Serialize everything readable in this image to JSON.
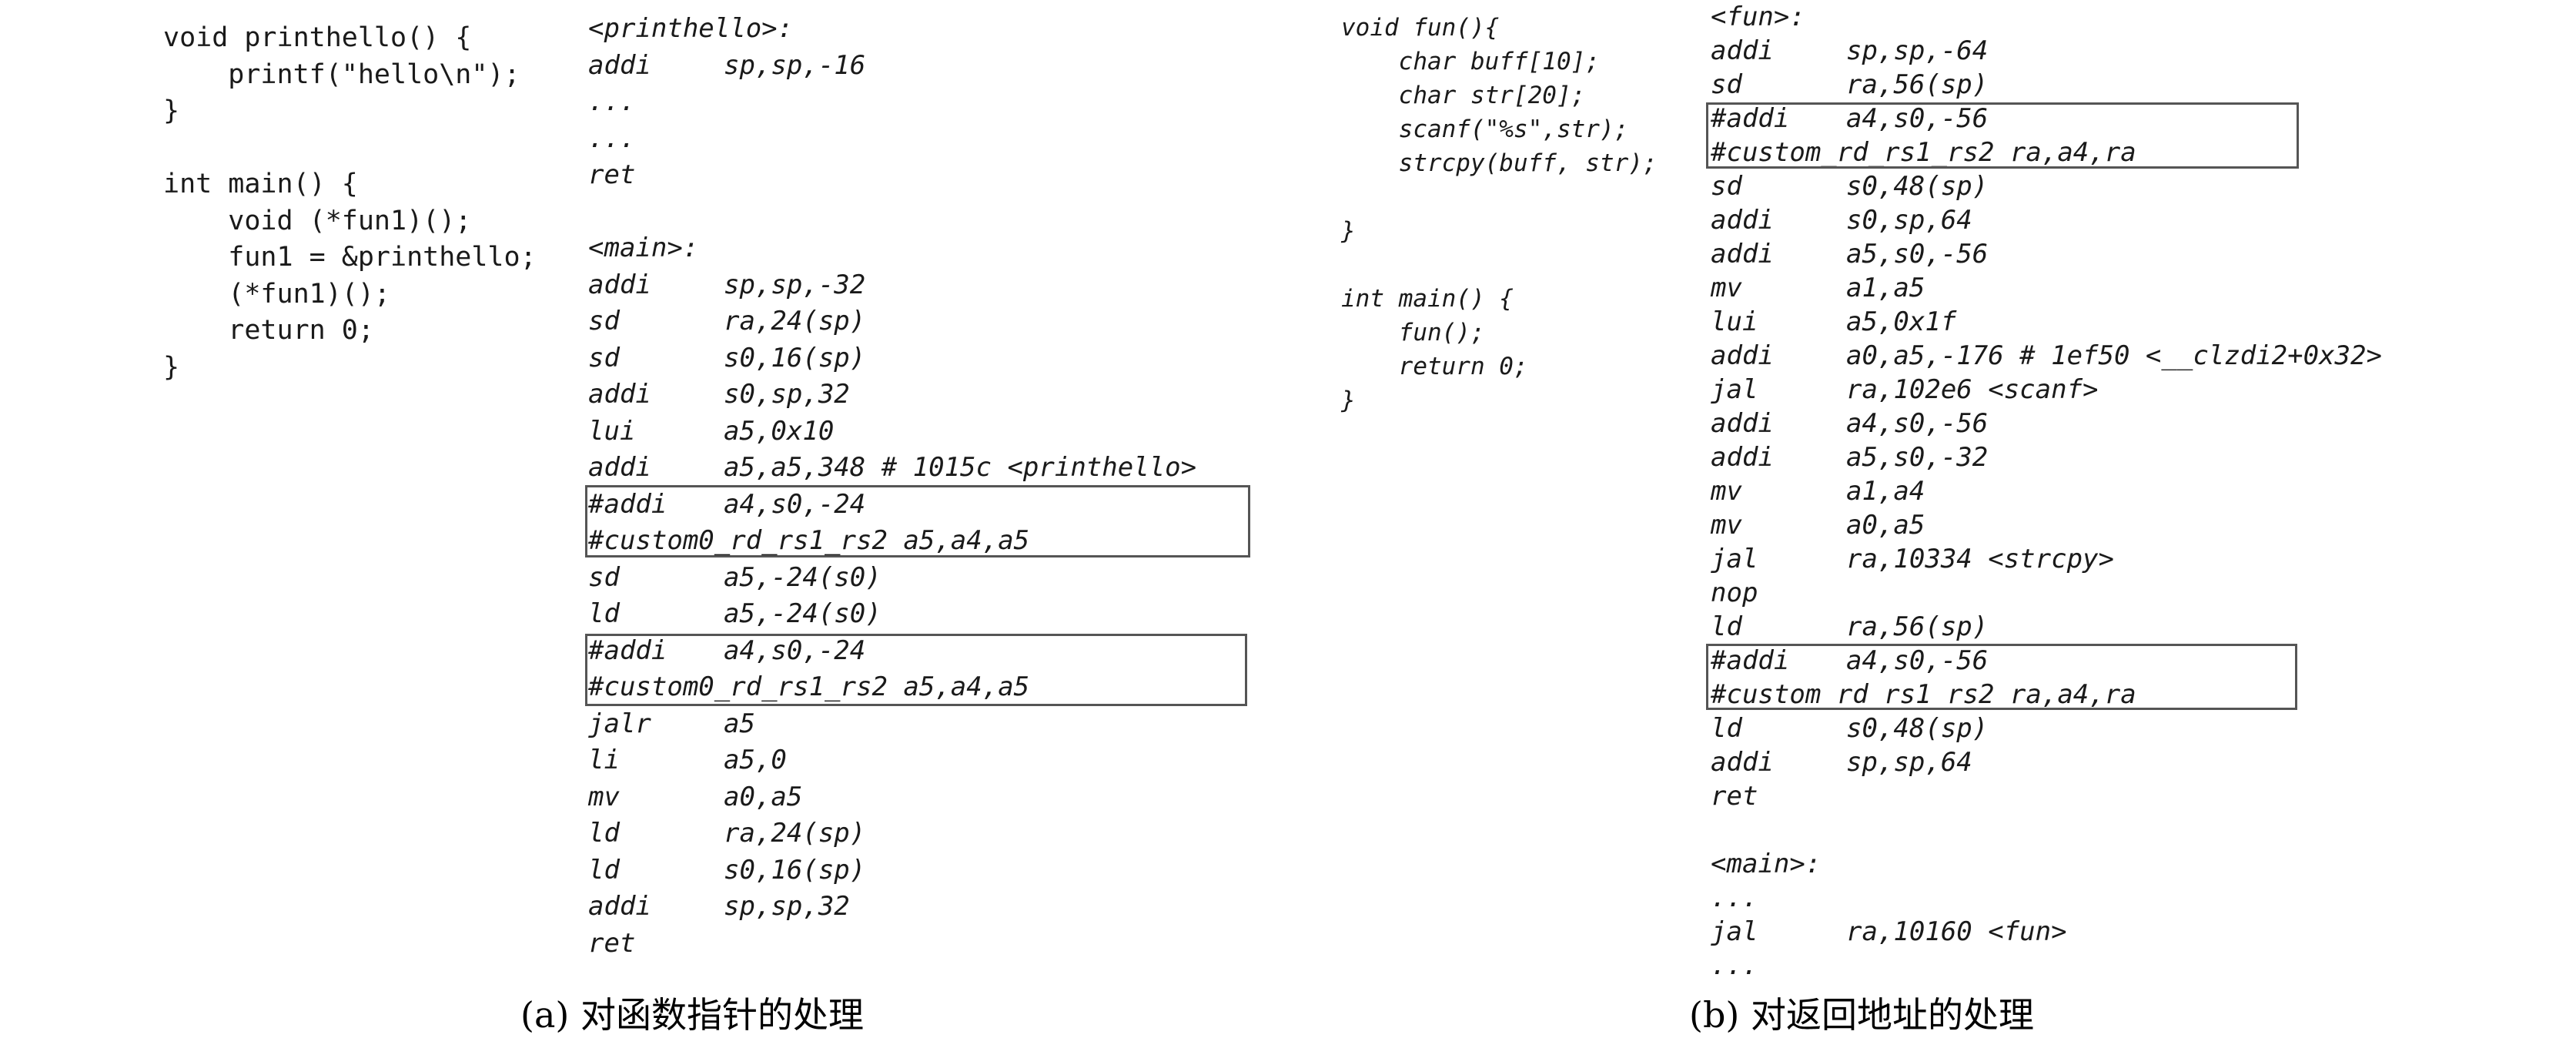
{
  "panel_a": {
    "source": [
      "void printhello() {",
      "    printf(\"hello\\n\");",
      "}",
      "",
      "int main() {",
      "    void (*fun1)();",
      "    fun1 = &printhello;",
      "    (*fun1)();",
      "    return 0;",
      "}"
    ],
    "asm": [
      {
        "op": "<printhello>:",
        "args": ""
      },
      {
        "op": "addi",
        "args": "sp,sp,-16"
      },
      {
        "op": "...",
        "args": ""
      },
      {
        "op": "...",
        "args": ""
      },
      {
        "op": "ret",
        "args": ""
      },
      {
        "op": "",
        "args": ""
      },
      {
        "op": "<main>:",
        "args": ""
      },
      {
        "op": "addi",
        "args": "sp,sp,-32"
      },
      {
        "op": "sd",
        "args": "ra,24(sp)"
      },
      {
        "op": "sd",
        "args": "s0,16(sp)"
      },
      {
        "op": "addi",
        "args": "s0,sp,32"
      },
      {
        "op": "lui",
        "args": "a5,0x10"
      },
      {
        "op": "addi",
        "args": "a5,a5,348 # 1015c <printhello>"
      },
      {
        "op": "#addi",
        "args": "a4,s0,-24"
      },
      {
        "op": "#custom0_rd_rs1_rs2 a5,a4,a5",
        "args": ""
      },
      {
        "op": "sd",
        "args": "a5,-24(s0)"
      },
      {
        "op": "ld",
        "args": "a5,-24(s0)"
      },
      {
        "op": "#addi",
        "args": "a4,s0,-24"
      },
      {
        "op": "#custom0_rd_rs1_rs2 a5,a4,a5",
        "args": ""
      },
      {
        "op": "jalr",
        "args": "a5"
      },
      {
        "op": "li",
        "args": "a5,0"
      },
      {
        "op": "mv",
        "args": "a0,a5"
      },
      {
        "op": "ld",
        "args": "ra,24(sp)"
      },
      {
        "op": "ld",
        "args": "s0,16(sp)"
      },
      {
        "op": "addi",
        "args": "sp,sp,32"
      },
      {
        "op": "ret",
        "args": ""
      }
    ],
    "caption": "(a) 对函数指针的处理"
  },
  "panel_b": {
    "source": [
      "void fun(){",
      "    char buff[10];",
      "    char str[20];",
      "    scanf(\"%s\",str);",
      "    strcpy(buff, str);",
      "",
      "}",
      "",
      "int main() {",
      "    fun();",
      "    return 0;",
      "}"
    ],
    "asm": [
      {
        "op": "<fun>:",
        "args": ""
      },
      {
        "op": "addi",
        "args": "sp,sp,-64"
      },
      {
        "op": "sd",
        "args": "ra,56(sp)"
      },
      {
        "op": "#addi",
        "args": "a4,s0,-56"
      },
      {
        "op": "#custom_rd_rs1_rs2 ra,a4,ra",
        "args": ""
      },
      {
        "op": "sd",
        "args": "s0,48(sp)"
      },
      {
        "op": "addi",
        "args": "s0,sp,64"
      },
      {
        "op": "addi",
        "args": "a5,s0,-56"
      },
      {
        "op": "mv",
        "args": "a1,a5"
      },
      {
        "op": "lui",
        "args": "a5,0x1f"
      },
      {
        "op": "addi",
        "args": "a0,a5,-176 # 1ef50 <__clzdi2+0x32>"
      },
      {
        "op": "jal",
        "args": "ra,102e6 <scanf>"
      },
      {
        "op": "addi",
        "args": "a4,s0,-56"
      },
      {
        "op": "addi",
        "args": "a5,s0,-32"
      },
      {
        "op": "mv",
        "args": "a1,a4"
      },
      {
        "op": "mv",
        "args": "a0,a5"
      },
      {
        "op": "jal",
        "args": "ra,10334 <strcpy>"
      },
      {
        "op": "nop",
        "args": ""
      },
      {
        "op": "ld",
        "args": "ra,56(sp)"
      },
      {
        "op": "#addi",
        "args": "a4,s0,-56"
      },
      {
        "op": "#custom_rd_rs1_rs2 ra,a4,ra",
        "args": ""
      },
      {
        "op": "ld",
        "args": "s0,48(sp)"
      },
      {
        "op": "addi",
        "args": "sp,sp,64"
      },
      {
        "op": "ret",
        "args": ""
      },
      {
        "op": "",
        "args": ""
      },
      {
        "op": "<main>:",
        "args": ""
      },
      {
        "op": "...",
        "args": ""
      },
      {
        "op": "jal",
        "args": "ra,10160 <fun>"
      },
      {
        "op": "...",
        "args": ""
      }
    ],
    "caption": "(b) 对返回地址的处理"
  }
}
